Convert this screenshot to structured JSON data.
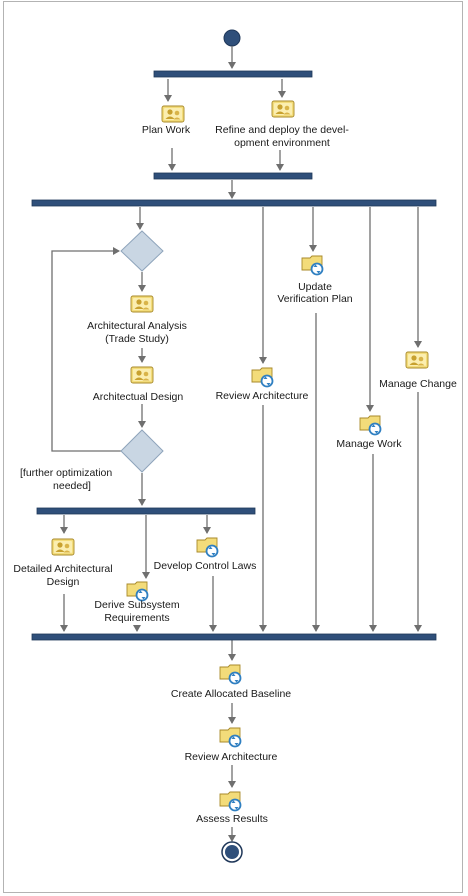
{
  "nodes": {
    "plan_work": "Plan Work",
    "refine_l1": "Refine and deploy the devel-",
    "refine_l2": "opment environment",
    "arch_analysis_l1": "Architectural Analysis",
    "arch_analysis_l2": "(Trade Study)",
    "arch_design": "Architectual Design",
    "update_verif_l1": "Update",
    "update_verif_l2": "Verification Plan",
    "review_arch_1": "Review Architecture",
    "manage_change": "Manage Change",
    "manage_work": "Manage Work",
    "guard_l1": "[further optimization",
    "guard_l2": "needed]",
    "detailed_l1": "Detailed Architectural",
    "detailed_l2": "Design",
    "develop_control": "Develop Control Laws",
    "derive_l1": "Derive Subsystem",
    "derive_l2": "Requirements",
    "create_baseline": "Create Allocated Baseline",
    "review_arch_2": "Review Architecture",
    "assess_results": "Assess Results"
  },
  "icons": {
    "role_activity": "role-activity-icon",
    "capability_pattern": "capability-pattern-icon"
  },
  "colors": {
    "fork_bar": "#2f4f7a",
    "decision": "#c9d6e3",
    "node_circle": "#2f4f7a",
    "icon_yellow": "#f3dc7a",
    "refresh_blue": "#2f7fc1"
  }
}
